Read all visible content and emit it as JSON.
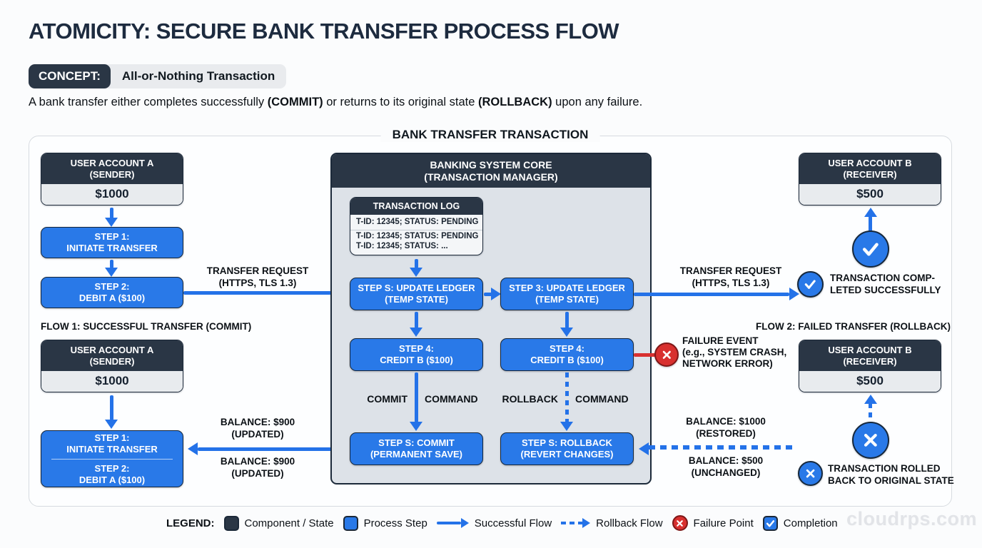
{
  "header": {
    "title": "ATOMICITY: SECURE BANK TRANSFER PROCESS FLOW",
    "concept_label": "CONCEPT:",
    "concept_value": "All-or-Nothing Transaction",
    "description": {
      "pre": "A bank transfer either completes successfully ",
      "commit": "(COMMIT)",
      "mid": " or returns to its original state ",
      "rollback": "(ROLLBACK)",
      "post": " upon any failure."
    }
  },
  "diagram": {
    "title": "BANK TRANSFER TRANSACTION",
    "sender_top": {
      "name": "USER ACCOUNT A",
      "role": "(SENDER)",
      "balance": "$1000"
    },
    "step1_top": {
      "l1": "STEP 1:",
      "l2": "INITIATE TRANSFER"
    },
    "step2_top": {
      "l1": "STEP 2:",
      "l2": "DEBIT A ($100)"
    },
    "transfer_request_left": {
      "l1": "TRANSFER REQUEST",
      "l2": "(HTTPS, TLS 1.3)"
    },
    "transfer_request_right": {
      "l1": "TRANSFER REQUEST",
      "l2": "(HTTPS, TLS 1.3)"
    },
    "core": {
      "header_l1": "BANKING SYSTEM CORE",
      "header_l2": "(TRANSACTION MANAGER)",
      "log_title": "TRANSACTION LOG",
      "log_rows": [
        "T-ID: 12345; STATUS: PENDING",
        "T-ID: 12345; STATUS: PENDING",
        "T-ID: 12345; STATUS: ..."
      ],
      "update_left": {
        "l1": "STEP S: UPDATE LEDGER",
        "l2": "(TEMP STATE)"
      },
      "update_right": {
        "l1": "STEP 3: UPDATE LEDGER",
        "l2": "(TEMP STATE)"
      },
      "credit_left": {
        "l1": "STEP 4:",
        "l2": "CREDIT B ($100)"
      },
      "credit_right": {
        "l1": "STEP 4:",
        "l2": "CREDIT B ($100)"
      },
      "commit_command": {
        "w1": "COMMIT",
        "w2": "COMMAND"
      },
      "rollback_command": {
        "w1": "ROLLBACK",
        "w2": "COMMAND"
      },
      "commit_box": {
        "l1": "STEP S: COMMIT",
        "l2": "(PERMANENT SAVE)"
      },
      "rollback_box": {
        "l1": "STEP S: ROLLBACK",
        "l2": "(REVERT CHANGES)"
      }
    },
    "receiver_top": {
      "name": "USER ACCOUNT B",
      "role": "(RECEIVER)",
      "balance": "$500"
    },
    "completed_note": {
      "l1": "TRANSACTION COMP-",
      "l2": "LETED SUCCESSFULLY"
    },
    "flow1_label": "FLOW 1: SUCCESSFUL TRANSFER (COMMIT)",
    "flow2_label": "FLOW 2: FAILED TRANSFER (ROLLBACK)",
    "sender_bottom": {
      "name": "USER ACCOUNT A",
      "role": "(SENDER)",
      "balance": "$1000"
    },
    "combined_step1": {
      "l1": "STEP 1:",
      "l2": "INITIATE TRANSFER"
    },
    "combined_step2": {
      "l1": "STEP 2:",
      "l2": "DEBIT A ($100)"
    },
    "balance_900_above": {
      "l1": "BALANCE: $900",
      "l2": "(UPDATED)"
    },
    "balance_900_below": {
      "l1": "BALANCE: $900",
      "l2": "(UPDATED)"
    },
    "failure_note": {
      "l1": "FAILURE EVENT",
      "l2": "(e.g., SYSTEM CRASH,",
      "l3": "NETWORK ERROR)"
    },
    "receiver_bottom": {
      "name": "USER ACCOUNT B",
      "role": "(RECEIVER)",
      "balance": "$500"
    },
    "balance_restored": {
      "l1": "BALANCE: $1000",
      "l2": "(RESTORED)"
    },
    "balance_unchanged": {
      "l1": "BALANCE: $500",
      "l2": "(UNCHANGED)"
    },
    "rolled_back_note": {
      "l1": "TRANSACTION ROLLED",
      "l2": "BACK TO ORIGINAL STATE"
    }
  },
  "legend": {
    "label": "LEGEND:",
    "items": [
      {
        "type": "component",
        "label": "Component / State"
      },
      {
        "type": "process",
        "label": "Process Step"
      },
      {
        "type": "solid-arrow",
        "label": "Successful Flow"
      },
      {
        "type": "dashed-arrow",
        "label": "Rollback Flow"
      },
      {
        "type": "failure",
        "label": "Failure Point"
      },
      {
        "type": "completion",
        "label": "Completion"
      }
    ]
  },
  "watermark": "cloudrps.com",
  "colors": {
    "accent_blue": "#2979e8",
    "arrow_blue": "#2472e8",
    "dark_navy": "#2a3645",
    "failure_red": "#d8302f",
    "panel_gray": "#dde2e8",
    "value_gray": "#e8ebee"
  }
}
